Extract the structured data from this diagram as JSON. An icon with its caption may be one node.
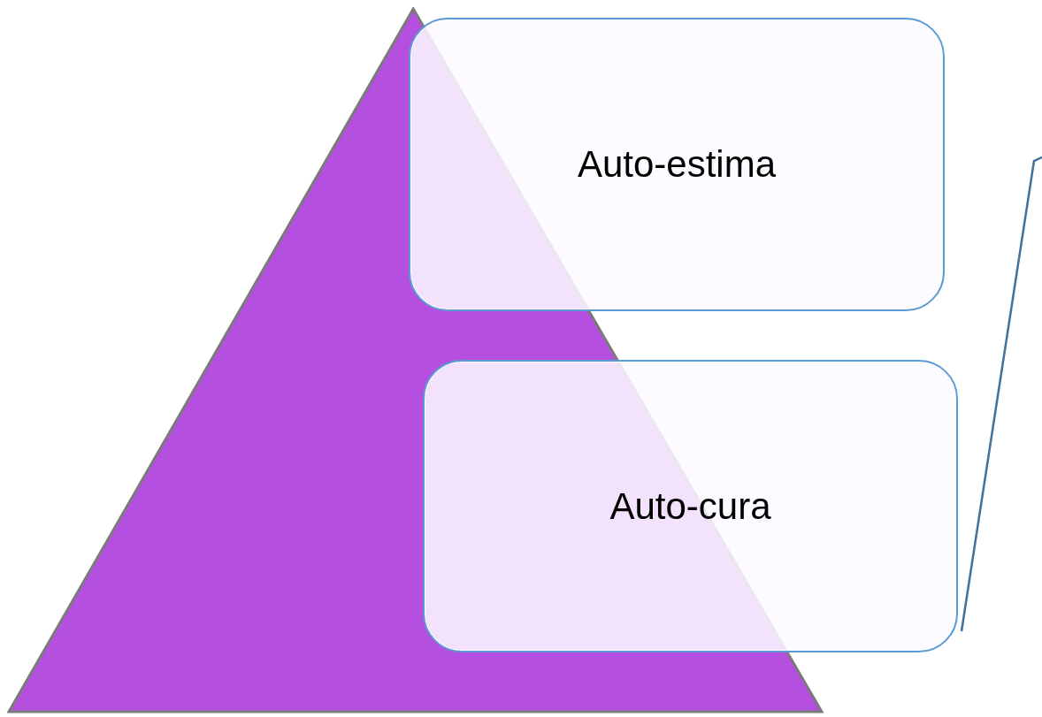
{
  "diagram": {
    "nodes": [
      {
        "text": [],
        "shape": "triangle"
      },
      {
        "text": [
          "Auto-estima"
        ]
      },
      {
        "text": [
          "Auto-cura"
        ]
      }
    ]
  }
}
